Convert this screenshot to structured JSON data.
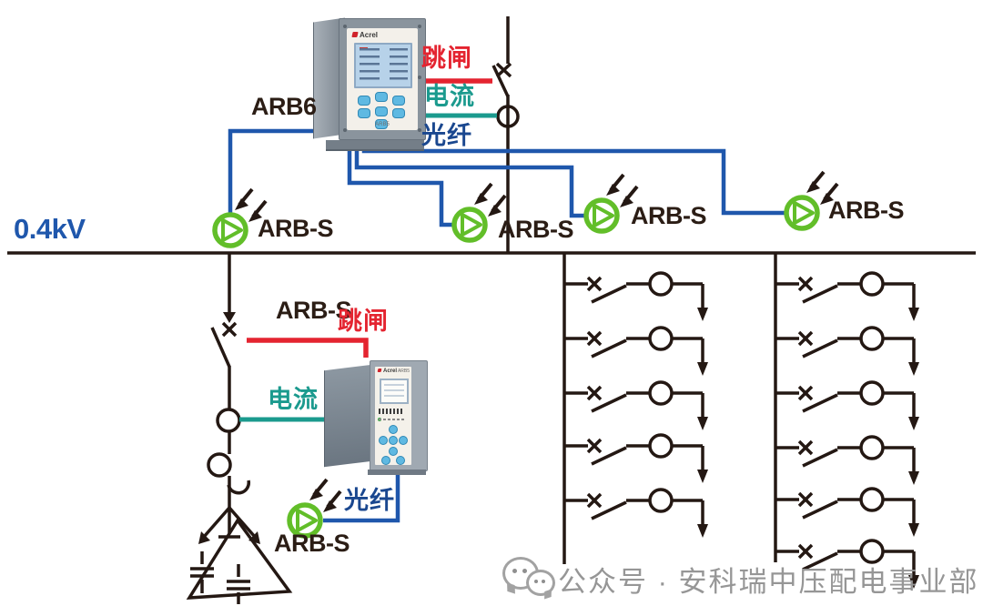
{
  "diagram": {
    "bus_voltage": "0.4kV",
    "relay_wire_label": "ARB6",
    "sensor_label": "ARB-S",
    "wire_trip": "跳闸",
    "wire_current": "电流",
    "wire_fiber": "光纤"
  },
  "device": {
    "brand": "Acrel",
    "model": "ARB5"
  },
  "watermark": {
    "text": "公众号 · 安科瑞中压配电事业部"
  },
  "colors": {
    "line_black": "#241813",
    "fiber_blue": "#1f57ac",
    "trip_red": "#e42430",
    "current_teal": "#1b9a8e",
    "sensor_green": "#62be29",
    "label_navy": "#1a478f",
    "watermark_gray": "#969696"
  }
}
